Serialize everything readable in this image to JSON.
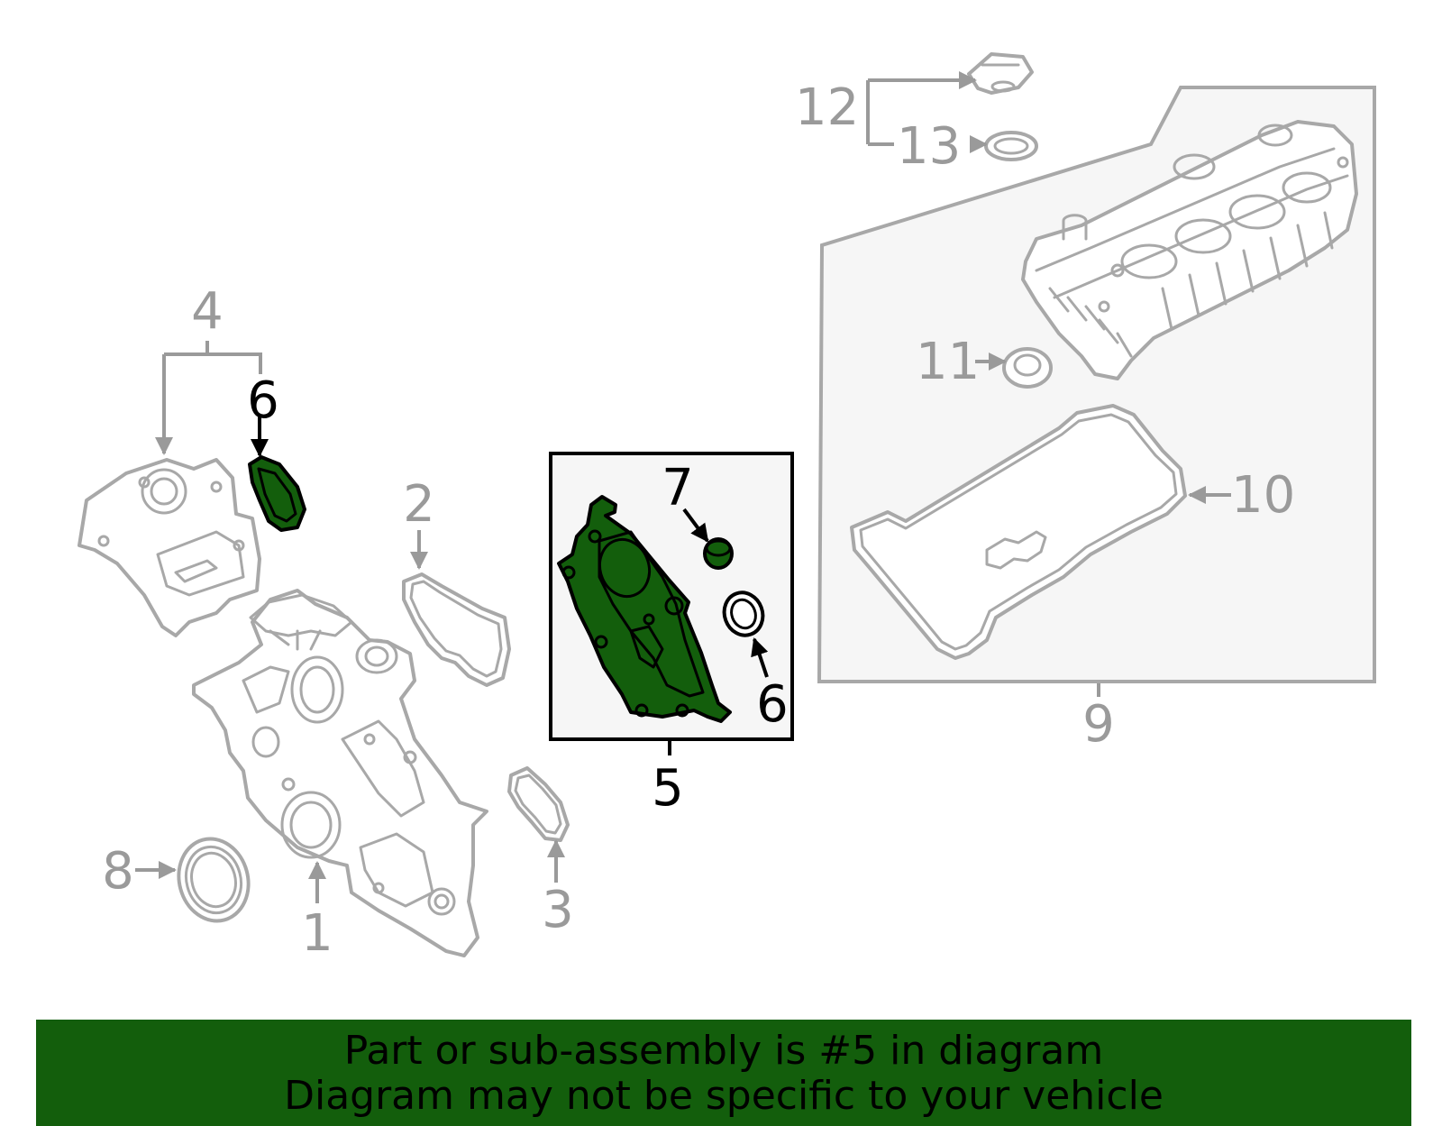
{
  "callouts": {
    "c1": "1",
    "c2": "2",
    "c3": "3",
    "c4": "4",
    "c5": "5",
    "c6a": "6",
    "c6b": "6",
    "c7": "7",
    "c8": "8",
    "c9": "9",
    "c10": "10",
    "c11": "11",
    "c12": "12",
    "c13": "13"
  },
  "highlight": {
    "color": "#135e0c",
    "part_number": "5"
  },
  "banner": {
    "line1": "Part or sub-assembly is #5 in diagram",
    "line2": "Diagram may not be specific to your vehicle"
  }
}
